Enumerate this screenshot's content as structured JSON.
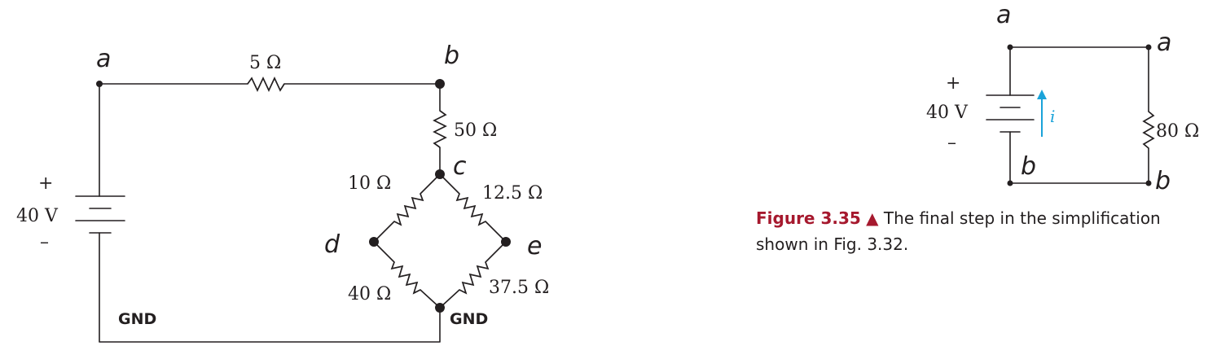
{
  "left_circuit": {
    "nodes": {
      "a": "a",
      "b": "b",
      "c": "c",
      "d": "d",
      "e": "e",
      "gnd_left": "GND",
      "gnd_bottom": "GND"
    },
    "source": {
      "plus": "+",
      "minus": "–",
      "value": "40 V"
    },
    "resistors": {
      "ab": "5 Ω",
      "bc": "50 Ω",
      "cd": "10 Ω",
      "ce": "12.5 Ω",
      "dg": "40 Ω",
      "eg": "37.5 Ω"
    }
  },
  "right_circuit": {
    "nodes": {
      "top_left": "a",
      "top_right": "a",
      "bottom_left": "b",
      "bottom_right": "b"
    },
    "source": {
      "plus": "+",
      "minus": "–",
      "value": "40 V"
    },
    "current": "i",
    "resistor": "80 Ω"
  },
  "caption": {
    "figure_number": "Figure 3.35",
    "triangle": "▲",
    "line1": "The final step in the simplification",
    "line2": "shown in Fig. 3.32."
  }
}
